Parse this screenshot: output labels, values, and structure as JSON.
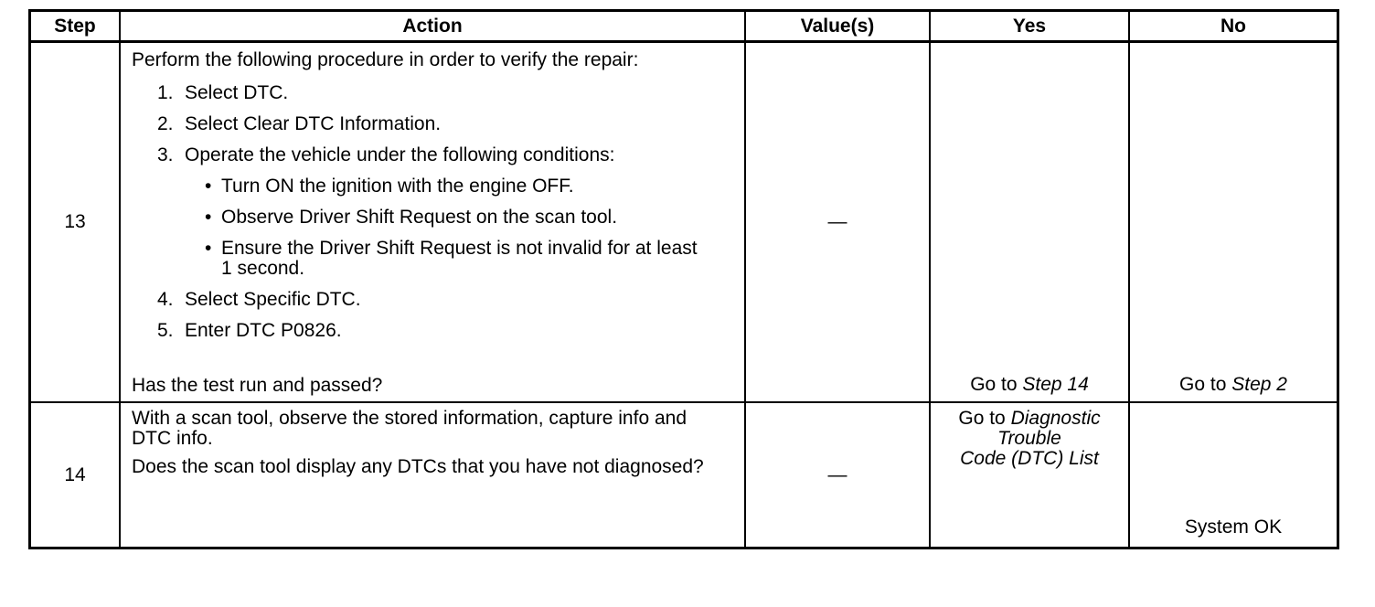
{
  "table": {
    "headers": {
      "step": "Step",
      "action": "Action",
      "values": "Value(s)",
      "yes": "Yes",
      "no": "No"
    },
    "rows": [
      {
        "step": "13",
        "action": {
          "intro": "Perform the following procedure in order to verify the repair:",
          "items": [
            {
              "num": "1.",
              "text": "Select DTC."
            },
            {
              "num": "2.",
              "text": "Select Clear DTC Information."
            },
            {
              "num": "3.",
              "text": "Operate the vehicle under the following conditions:",
              "bullets": [
                "Turn ON the ignition with the engine OFF.",
                "Observe Driver Shift Request on the scan tool.",
                "Ensure the Driver Shift Request is not invalid for at least 1 second."
              ]
            },
            {
              "num": "4.",
              "text": "Select Specific DTC."
            },
            {
              "num": "5.",
              "text": "Enter DTC P0826."
            }
          ],
          "question": "Has the test run and passed?"
        },
        "value": "—",
        "yes": {
          "prefix": "Go to ",
          "ref": "Step 14"
        },
        "no": {
          "prefix": "Go to ",
          "ref": "Step 2"
        }
      },
      {
        "step": "14",
        "action": {
          "p1": "With a scan tool, observe the stored information, capture info and DTC info.",
          "p2": "Does the scan tool display any DTCs that you have not diagnosed?"
        },
        "value": "—",
        "yes": {
          "prefix": "Go to ",
          "italic_line1": "Diagnostic",
          "italic_line2": "Trouble",
          "italic_line3": "Code (DTC) List"
        },
        "no": {
          "label": "System OK"
        }
      }
    ],
    "bullet_glyph": "•"
  }
}
